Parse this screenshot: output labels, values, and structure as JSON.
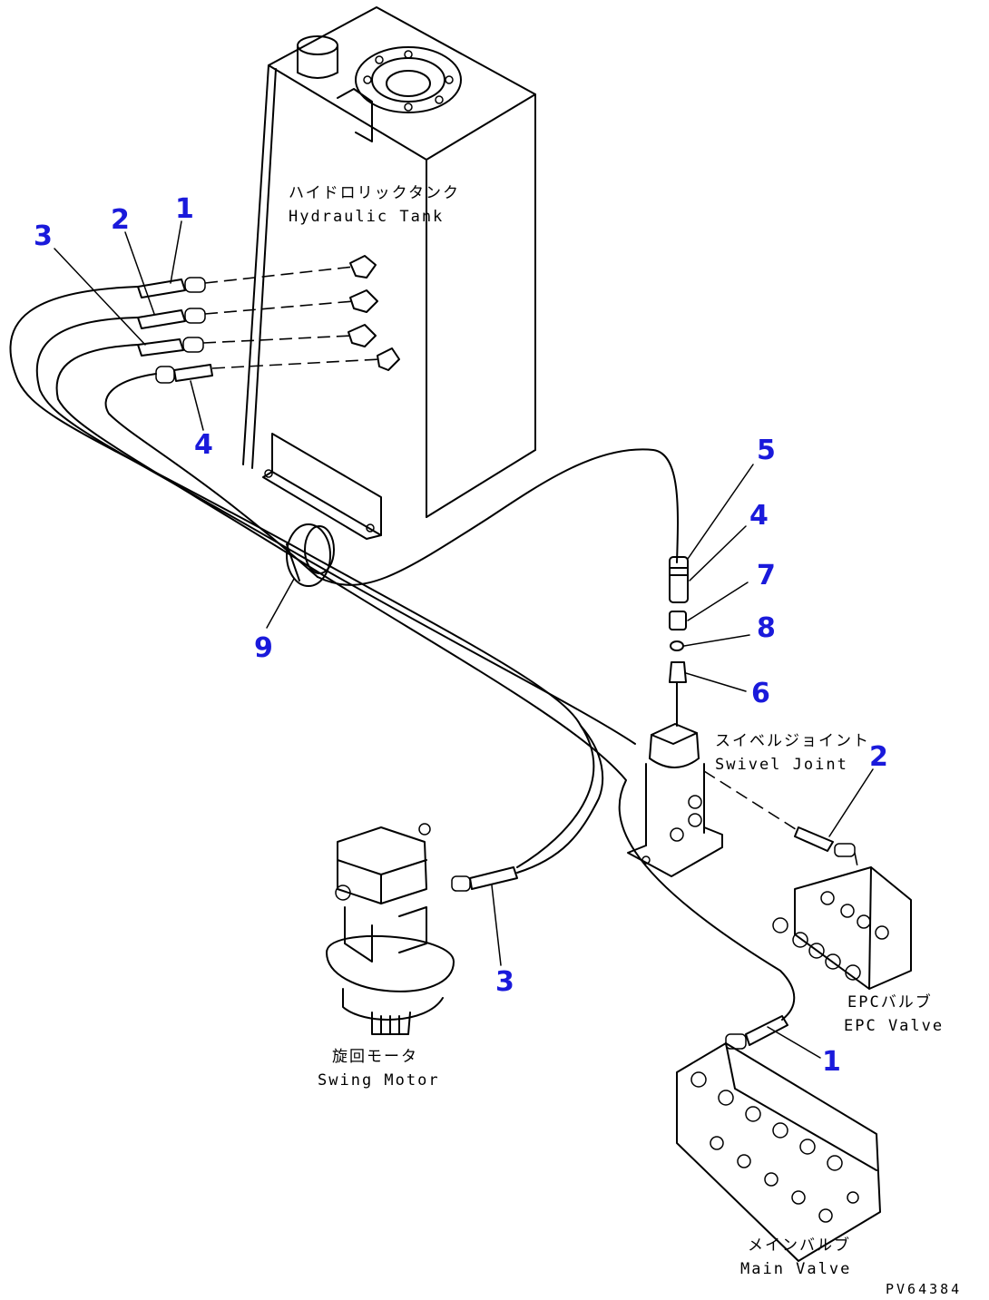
{
  "components": {
    "hydraulic_tank": {
      "label_jp": "ハイドロリックタンク",
      "label_en": "Hydraulic Tank"
    },
    "swivel_joint": {
      "label_jp": "スイベルジョイント",
      "label_en": "Swivel Joint"
    },
    "epc_valve": {
      "label_jp": "EPCバルブ",
      "label_en": "EPC Valve"
    },
    "swing_motor": {
      "label_jp": "旋回モータ",
      "label_en": "Swing Motor"
    },
    "main_valve": {
      "label_jp": "メインバルブ",
      "label_en": "Main Valve"
    }
  },
  "callouts": {
    "tank_1": "1",
    "tank_2": "2",
    "tank_3": "3",
    "tank_4": "4",
    "swivel_5": "5",
    "swivel_4": "4",
    "swivel_7": "7",
    "swivel_8": "8",
    "swivel_6": "6",
    "clamp_9": "9",
    "epc_2": "2",
    "swing_3": "3",
    "main_1": "1"
  },
  "drawing_code": "PV64384",
  "colors": {
    "callout": "#1a1adb",
    "line": "#000000"
  }
}
